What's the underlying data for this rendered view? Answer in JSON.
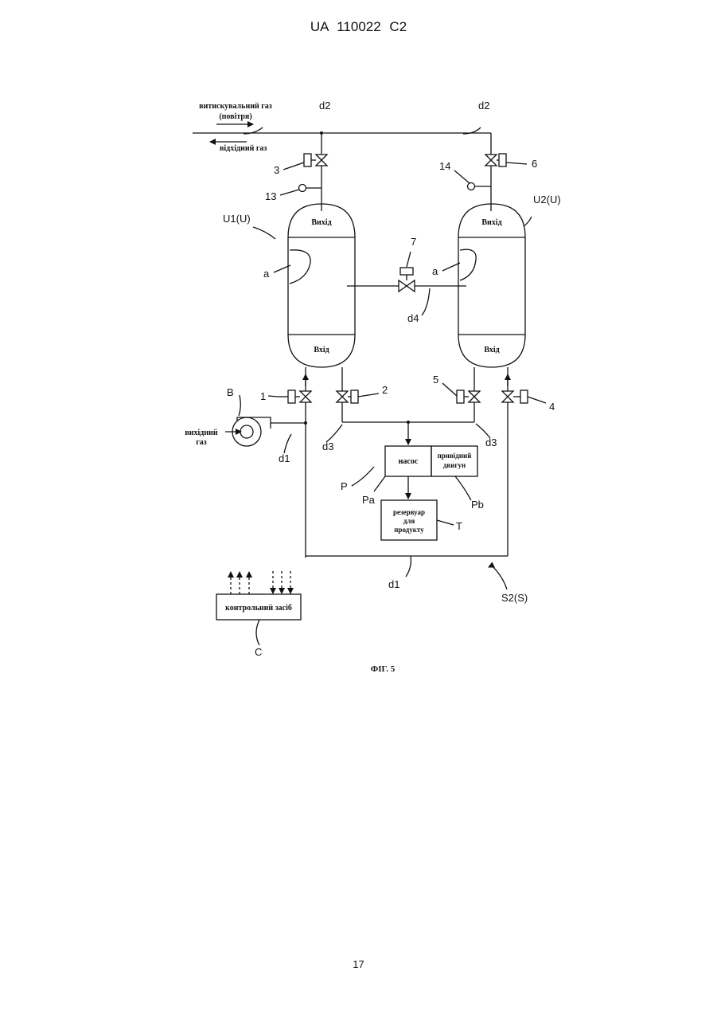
{
  "header": {
    "patent_id": "UA   110022   C2"
  },
  "figure": {
    "caption": "ФІГ. 5",
    "purge_gas_line1": "витискувальний газ",
    "purge_gas_line2": "(повітря)",
    "exhaust_gas": "відхідний газ",
    "inlet_gas_line1": "вихідний",
    "inlet_gas_line2": "газ",
    "tank_outlet_label": "Вихід",
    "tank_inlet_label": "Вхід",
    "pump_label": "насос",
    "motor_label_line1": "привідний",
    "motor_label_line2": "двигун",
    "reservoir_line1": "резервуар",
    "reservoir_line2": "для",
    "reservoir_line3": "продукту",
    "controller_label": "контрольний засіб",
    "refs": {
      "d2_left": "d2",
      "d2_right": "d2",
      "valve3": "3",
      "valve6": "6",
      "gauge13": "13",
      "gauge14": "14",
      "u1": "U1(U)",
      "u2": "U2(U)",
      "adsorbent_left": "a",
      "adsorbent_right": "a",
      "valve7": "7",
      "d4": "d4",
      "blower": "B",
      "valve1": "1",
      "valve2": "2",
      "valve5": "5",
      "valve4": "4",
      "d1_left": "d1",
      "d3_left": "d3",
      "d3_right": "d3",
      "pump_unit": "P",
      "pa": "Pa",
      "pb": "Pb",
      "reservoir": "T",
      "d1_bottom": "d1",
      "s2": "S2(S)",
      "controller": "C"
    }
  },
  "page_number": "17"
}
